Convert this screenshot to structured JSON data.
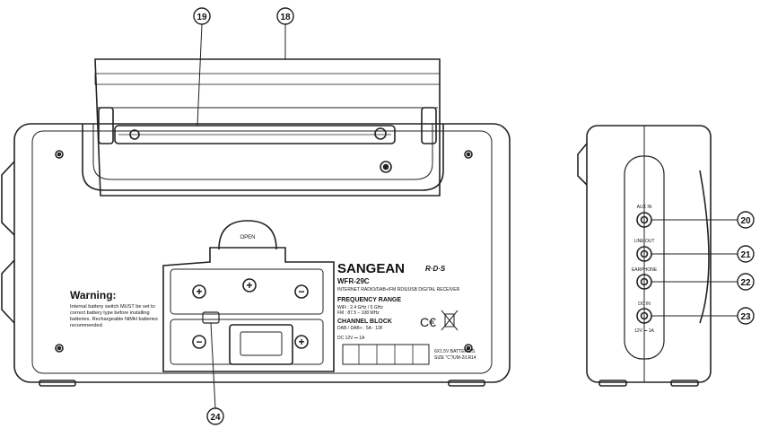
{
  "callouts": [
    "18",
    "19",
    "20",
    "21",
    "22",
    "23",
    "24"
  ],
  "brand": "SANGEAN",
  "rds": "R·D·S",
  "model": "WFR-29C",
  "model_desc": "INTERNET RADIO/DAB+/FM RDS/USB DIGITAL RECEIVER",
  "freq_heading": "FREQUENCY RANGE",
  "freq_lines": [
    "WiFi : 2.4 GHz / 5 GHz",
    "FM : 87.5 – 108  MHz"
  ],
  "channel_heading": "CHANNEL BLOCK",
  "channel_line": "DAB / DAB+ : 5A - 13F",
  "dc_rating": "DC 12V ⎓ 1A",
  "battery_lines": [
    "6X1.5V BATTERIES",
    "SIZE \"C\"/UM-2/LR14"
  ],
  "open_label": "OPEN",
  "warning_title": "Warning:",
  "warning_lines": [
    "Internal battery switch MUST be set to",
    "correct battery type before installing",
    "batteries. Rechargeable NiMH batteries",
    "recommended."
  ],
  "ports": [
    {
      "label": "AUX IN"
    },
    {
      "label": "LINE OUT"
    },
    {
      "label": "EARPHONE"
    },
    {
      "label": "DC IN"
    }
  ],
  "dc_in_rating": "12V ⎓ 1A"
}
